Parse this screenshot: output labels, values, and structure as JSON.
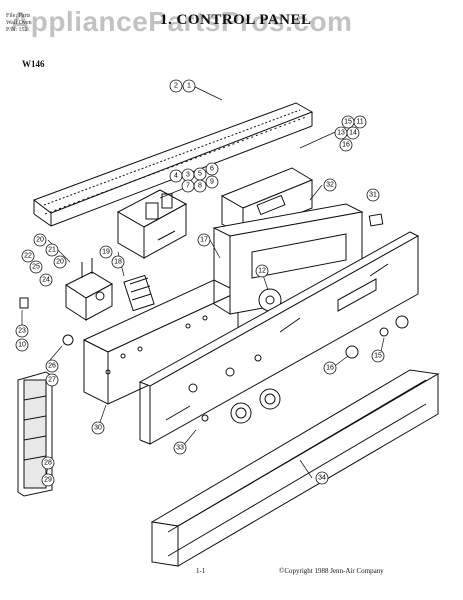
{
  "watermark": "AppliancePartsPros.com",
  "title": "1. CONTROL PANEL",
  "file_info": [
    "File: Parts",
    "Wall Oven",
    "P/N: 152"
  ],
  "model": "W146",
  "page_number": "1-1",
  "copyright": "©Copyright 1988 Jenn-Air Company",
  "callouts": [
    "2",
    "1",
    "15",
    "11",
    "13",
    "14",
    "16",
    "4",
    "3",
    "5",
    "6",
    "7",
    "8",
    "9",
    "32",
    "31",
    "20",
    "21",
    "22",
    "25",
    "20",
    "24",
    "19",
    "18",
    "17",
    "12",
    "23",
    "10",
    "26",
    "27",
    "15",
    "16",
    "30",
    "28",
    "29",
    "33",
    "34"
  ]
}
